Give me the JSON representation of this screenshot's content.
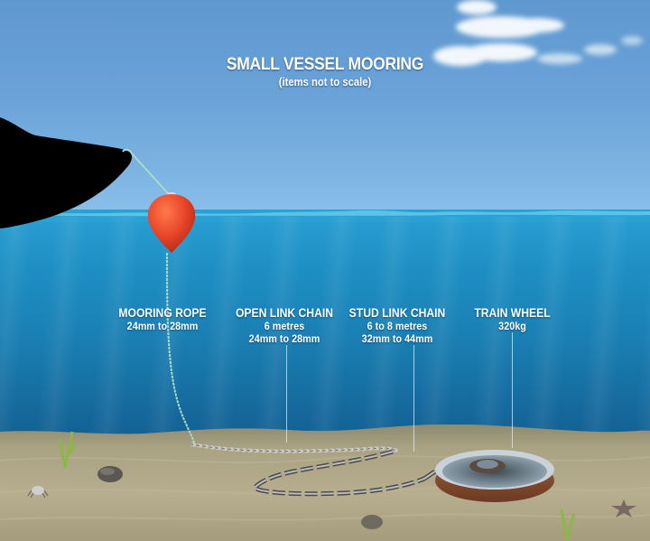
{
  "diagram": {
    "title": "SMALL VESSEL MOORING",
    "subtitle": "(items not to scale)",
    "colors": {
      "sky_top": "#5f98cf",
      "sky_bottom": "#8cc0ea",
      "water_surface": "#2aa0d3",
      "water_deep": "#145e8f",
      "seabed": "#a89f80",
      "buoy": "#e8452a",
      "hull": "#000000",
      "rope": "#9fd8c8",
      "chain": "#5a5a5a",
      "wheel_rust": "#8a4a2a"
    },
    "components": [
      {
        "name": "MOORING ROPE",
        "details": [
          "24mm to 28mm"
        ]
      },
      {
        "name": "OPEN LINK CHAIN",
        "details": [
          "6 metres",
          "24mm to 28mm"
        ]
      },
      {
        "name": "STUD LINK CHAIN",
        "details": [
          "6 to 8 metres",
          "32mm to 44mm"
        ]
      },
      {
        "name": "TRAIN WHEEL",
        "details": [
          "320kg"
        ]
      }
    ],
    "scene_objects": [
      "boat-hull",
      "mooring-buoy",
      "mooring-rope",
      "open-link-chain",
      "stud-link-chain",
      "train-wheel-anchor",
      "rock",
      "seaweed",
      "crab",
      "starfish",
      "clouds"
    ]
  }
}
